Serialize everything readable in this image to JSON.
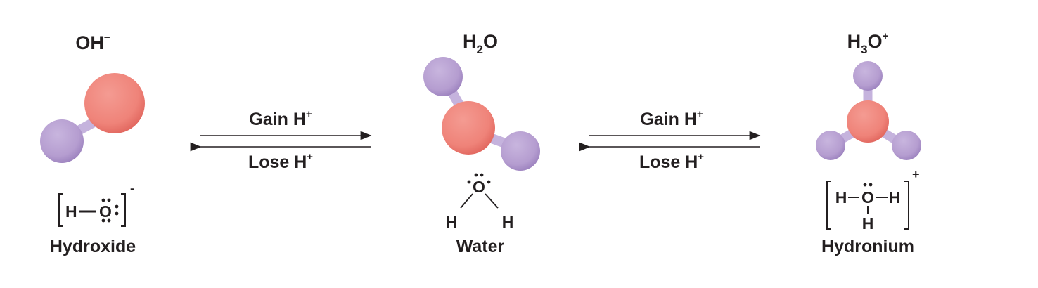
{
  "colors": {
    "oxygen": "#ef8379",
    "oxygen_shade": "#e5635c",
    "hydrogen": "#b9a2d2",
    "hydrogen_shade": "#9c84bf",
    "bond": "#c5b3dd",
    "text": "#231f20"
  },
  "hydroxide": {
    "formula_base": "OH",
    "formula_charge": "−",
    "lewis_h": "H",
    "lewis_bond": "—",
    "lewis_o": "O",
    "lewis_charge": "-",
    "name": "Hydroxide"
  },
  "water": {
    "formula_h": "H",
    "formula_sub": "2",
    "formula_o": "O",
    "lewis_o": "O",
    "lewis_h_left": "H",
    "lewis_h_right": "H",
    "name": "Water"
  },
  "hydronium": {
    "formula_h": "H",
    "formula_sub": "3",
    "formula_o": "O",
    "formula_charge": "+",
    "lewis_h_left": "H",
    "lewis_o": "O",
    "lewis_h_right": "H",
    "lewis_h_bottom": "H",
    "lewis_charge": "+",
    "name": "Hydronium"
  },
  "arrows": [
    {
      "top_label": "Gain H",
      "top_sup": "+",
      "bottom_label": "Lose H",
      "bottom_sup": "+"
    },
    {
      "top_label": "Gain H",
      "top_sup": "+",
      "bottom_label": "Lose H",
      "bottom_sup": "+"
    }
  ]
}
